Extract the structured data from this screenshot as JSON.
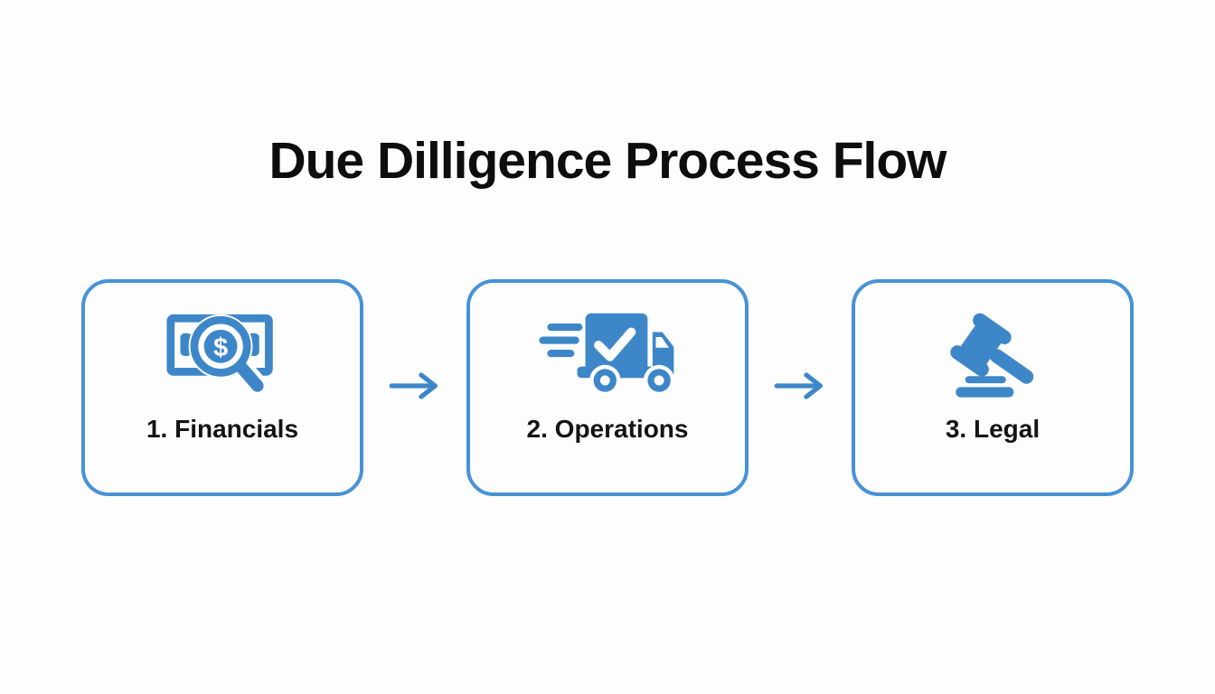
{
  "page": {
    "title": "Due Dilligence Process Flow"
  },
  "flow": {
    "steps": [
      {
        "label": "1. Financials",
        "icon": "money-search-magnifier"
      },
      {
        "label": "2. Operations",
        "icon": "delivery-truck-check"
      },
      {
        "label": "3. Legal",
        "icon": "gavel"
      }
    ],
    "connector_icon": "right-arrow",
    "dollar_glyph": "$"
  },
  "colors": {
    "icon_blue": "#3d87c9",
    "box_border_blue": "#4792d6",
    "title_text": "#0d0d0d",
    "label_text": "#141414",
    "background": "#fdfdfe"
  }
}
